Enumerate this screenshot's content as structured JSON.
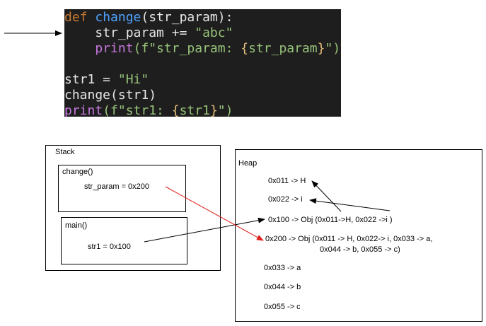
{
  "code": {
    "l1": {
      "kw": "def",
      "fn": "change",
      "rest": "(str_param):"
    },
    "l2": {
      "ind": "    ",
      "a": "str_param += ",
      "str": "\"abc\""
    },
    "l3": {
      "ind": "    ",
      "bi": "print",
      "p1": "(f\"str_param: ",
      "b1": "{",
      "v": "str_param",
      "b2": "}",
      "p2": "\")"
    },
    "l5": {
      "text": "str1 = ",
      "str": "\"Hi\""
    },
    "l6": {
      "text": "change(str1)"
    },
    "l7": {
      "bi": "print",
      "p1": "(f\"str1: ",
      "b1": "{",
      "v": "str1",
      "b2": "}",
      "p2": "\")"
    }
  },
  "stack": {
    "title": "Stack",
    "change_frame": {
      "title": "change()",
      "var": "str_param = 0x200"
    },
    "main_frame": {
      "title": "main()",
      "var": "str1 = 0x100"
    }
  },
  "heap": {
    "title": "Heap",
    "h1": "0x011 -> H",
    "h2": "0x022 -> i",
    "h3": "0x100 -> Obj (0x011->H, 0x022 ->i )",
    "h4a": "0x200 -> Obj (0x011 -> H, 0x022-> i, 0x033 -> a,",
    "h4b": "0x044 -> b, 0x055 -> c)",
    "h5": "0x033 -> a",
    "h6": "0x044 -> b",
    "h7": "0x055 -> c"
  },
  "colors": {
    "red_arrow": "#e0201b",
    "code_bg": "#1e1e1e"
  }
}
